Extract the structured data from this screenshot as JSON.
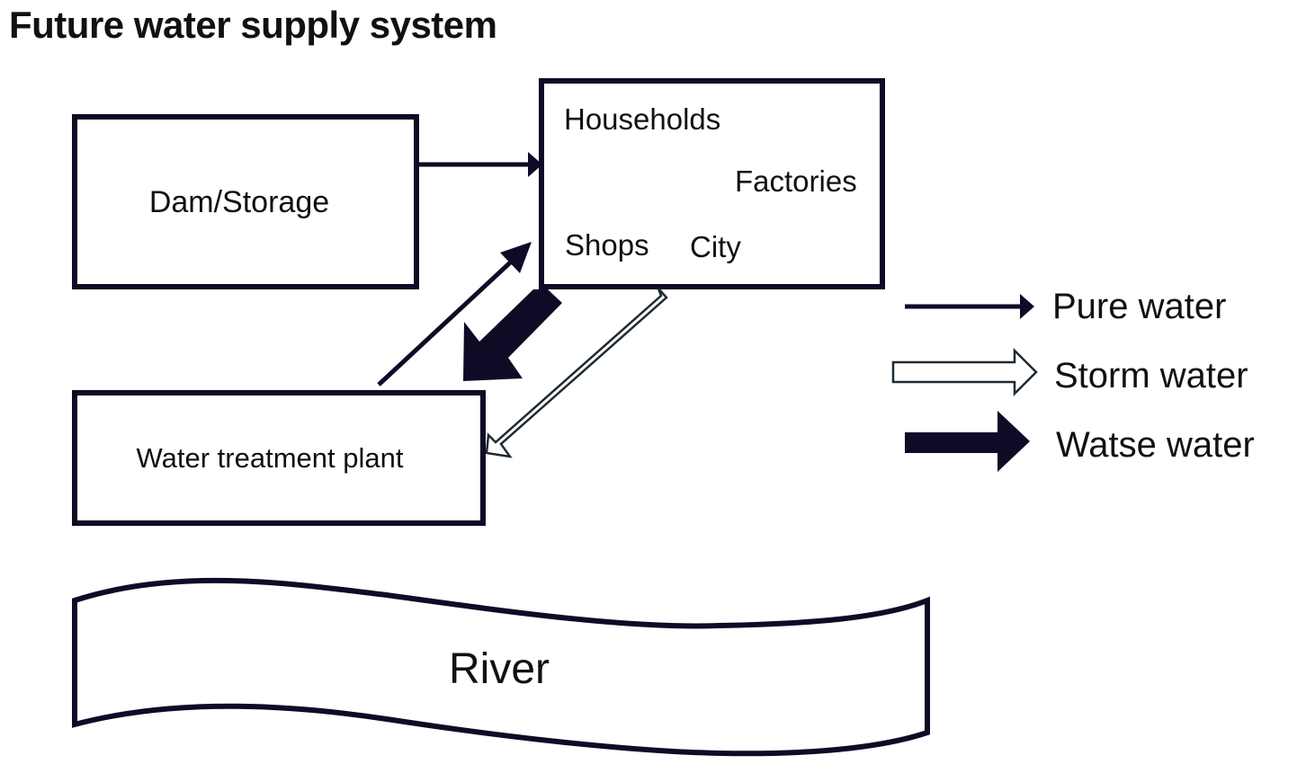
{
  "title": "Future water supply system",
  "colors": {
    "stroke": "#0f0b26",
    "text": "#111111",
    "background": "#ffffff"
  },
  "nodes": {
    "dam": {
      "label": "Dam/Storage"
    },
    "city": {
      "labels": {
        "households": "Households",
        "factories": "Factories",
        "shops": "Shops",
        "city": "City"
      }
    },
    "treatment": {
      "label": "Water treatment plant"
    },
    "river": {
      "label": "River"
    }
  },
  "flows": [
    {
      "from": "Dam/Storage",
      "to": "City",
      "type": "Pure water"
    },
    {
      "from": "Water treatment plant",
      "to": "City",
      "type": "Pure water"
    },
    {
      "from": "City",
      "to": "Water treatment plant",
      "type": "Watse water"
    },
    {
      "from": "City",
      "to": "Water treatment plant",
      "type": "Storm water"
    }
  ],
  "legend": [
    {
      "label": "Pure water",
      "icon": "thin-arrow-icon"
    },
    {
      "label": "Storm water",
      "icon": "hollow-arrow-icon"
    },
    {
      "label": "Watse water",
      "icon": "thick-arrow-icon"
    }
  ]
}
